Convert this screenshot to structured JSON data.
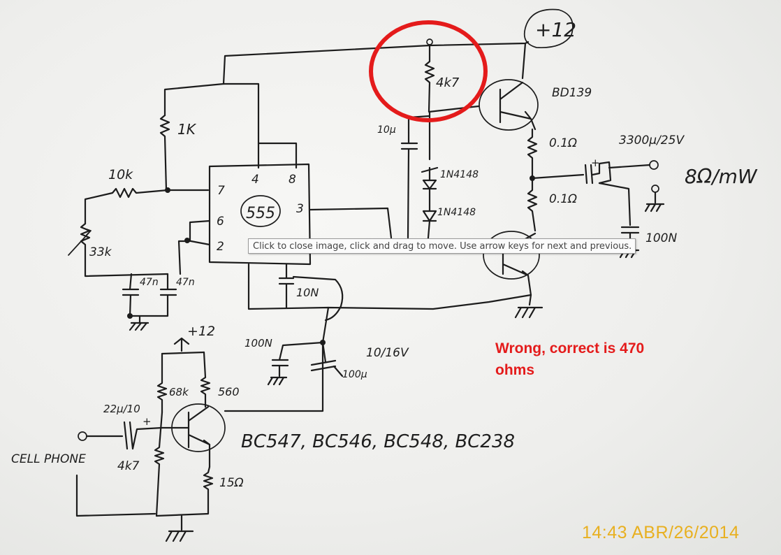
{
  "viewer": {
    "tooltip": "Click to close image, click and drag to move. Use arrow keys for next and previous."
  },
  "annotation": {
    "line1": "Wrong, correct is 470",
    "line2": "ohms",
    "color": "#e41b1b"
  },
  "timestamp": "14:43 ABR/26/2014",
  "highlight": {
    "color": "#e41b1b",
    "shape": "ellipse"
  },
  "schematic": {
    "supply_top": "+12",
    "supply_bottom": "+12",
    "ic": {
      "label": "555",
      "pins": [
        "4",
        "8",
        "7",
        "6",
        "2",
        "3"
      ]
    },
    "resistors": [
      "1K",
      "10k",
      "33k",
      "4k7",
      "0.1Ω",
      "0.1Ω",
      "68k",
      "560",
      "4k7",
      "15Ω"
    ],
    "capacitors": [
      "10μ",
      "47n",
      "47n",
      "10N",
      "100N",
      "10/16V",
      "100μ",
      "3300μ/25V",
      "22μ/10",
      "100N"
    ],
    "diodes": [
      "1N4148",
      "1N4148"
    ],
    "transistors": [
      "BD139",
      "BC547, BC546, BC548, BC238"
    ],
    "speaker": "8Ω/mW",
    "input": "CELL PHONE"
  }
}
